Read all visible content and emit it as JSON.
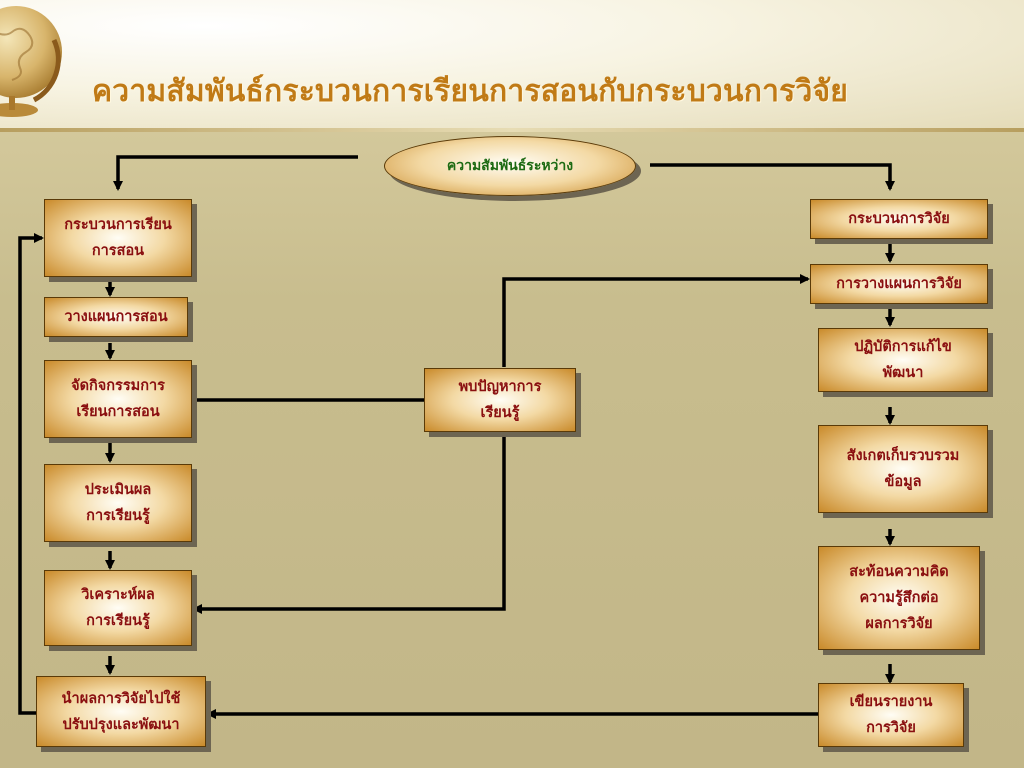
{
  "title": "ความสัมพันธ์กระบวนการเรียนการสอนกับกระบวนการวิจัย",
  "center_node": "ความสัมพันธ์ระหว่าง",
  "middle_node": "พบปัญหาการ\nเรียนรู้",
  "teaching_steps": [
    "กระบวนการเรียน\nการสอน",
    "วางแผนการสอน",
    "จัดกิจกรรมการ\nเรียนการสอน",
    "ประเมินผล\nการเรียนรู้",
    "วิเคราะห์ผล\nการเรียนรู้",
    "นำผลการวิจัยไปใช้\nปรับปรุงและพัฒนา"
  ],
  "research_steps": [
    "กระบวนการวิจัย",
    "การวางแผนการวิจัย",
    "ปฏิบัติการแก้ไข\nพัฒนา",
    "สังเกตเก็บรวบรวม\nข้อมูล",
    "สะท้อนความคิด\nความรู้สึกต่อ\nผลการวิจัย",
    "เขียนรายงาน\nการวิจัย"
  ],
  "colors": {
    "title": "#c07a16",
    "box_text": "#8a0f10",
    "oval_text": "#1c6a12",
    "connector": "#000000"
  }
}
